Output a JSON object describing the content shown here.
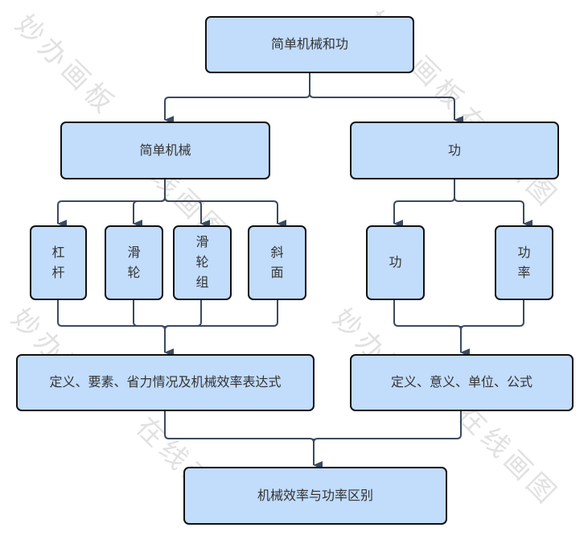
{
  "diagram": {
    "root": "简单机械和功",
    "level1": [
      "简单机械",
      "功"
    ],
    "simple_machines": [
      "杠\n杆",
      "滑\n轮",
      "滑\n轮\n组",
      "斜\n面"
    ],
    "work_items": [
      "功",
      "功\n率"
    ],
    "simple_machines_summary": "定义、要素、省力情况及机械效率表达式",
    "work_summary": "定义、意义、单位、公式",
    "final": "机械效率与功率区别"
  },
  "watermarks": [
    "妙办画板",
    "在线画图",
    "妙办画板",
    "在线画图",
    "在线画图"
  ],
  "colors": {
    "node_fill": "#c2dcfb",
    "node_border": "#111111",
    "connector": "#3b4a5e"
  }
}
